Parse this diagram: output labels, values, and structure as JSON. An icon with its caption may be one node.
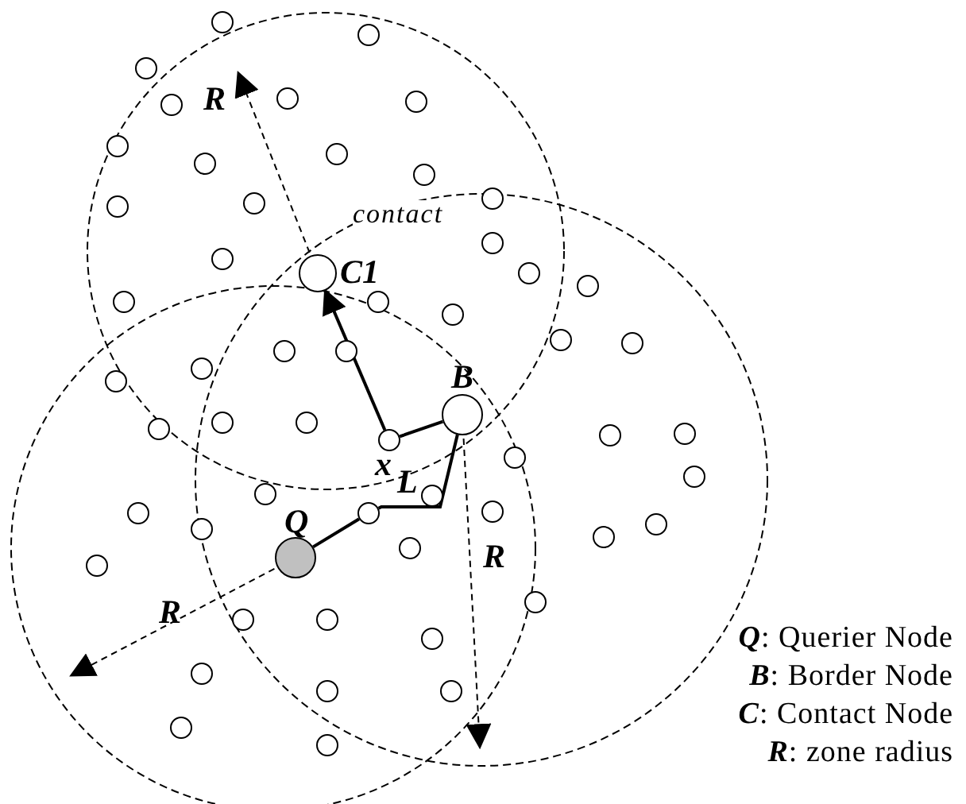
{
  "diagram": {
    "nodes": [
      {
        "text": [
          "C1"
        ]
      },
      {
        "text": [
          "B"
        ]
      },
      {
        "text": [
          "Q"
        ]
      },
      {
        "text": [],
        "shape": "circle"
      },
      {
        "text": [],
        "shape": "circle"
      },
      {
        "text": [],
        "shape": "circle"
      },
      {
        "text": [],
        "shape": "circle"
      },
      {
        "text": [],
        "shape": "circle"
      },
      {
        "text": [],
        "shape": "circle"
      },
      {
        "text": [],
        "shape": "circle"
      },
      {
        "text": [],
        "shape": "circle"
      },
      {
        "text": [],
        "shape": "circle"
      },
      {
        "text": [],
        "shape": "circle"
      },
      {
        "text": [],
        "shape": "circle"
      },
      {
        "text": [],
        "shape": "circle"
      },
      {
        "text": [],
        "shape": "circle"
      },
      {
        "text": [],
        "shape": "circle"
      },
      {
        "text": [],
        "shape": "circle"
      },
      {
        "text": [],
        "shape": "circle"
      },
      {
        "text": [],
        "shape": "circle"
      },
      {
        "text": [],
        "shape": "circle"
      },
      {
        "text": [],
        "shape": "circle"
      },
      {
        "text": [],
        "shape": "circle"
      },
      {
        "text": [],
        "shape": "circle"
      },
      {
        "text": [],
        "shape": "circle"
      },
      {
        "text": [],
        "shape": "circle"
      },
      {
        "text": [],
        "shape": "circle"
      },
      {
        "text": [],
        "shape": "circle"
      },
      {
        "text": [],
        "shape": "circle"
      },
      {
        "text": [],
        "shape": "circle"
      },
      {
        "text": [],
        "shape": "circle"
      },
      {
        "text": [],
        "shape": "circle"
      },
      {
        "text": [],
        "shape": "circle"
      },
      {
        "text": [],
        "shape": "circle"
      },
      {
        "text": [],
        "shape": "circle"
      },
      {
        "text": [],
        "shape": "circle"
      },
      {
        "text": [],
        "shape": "circle"
      },
      {
        "text": [],
        "shape": "circle"
      },
      {
        "text": [],
        "shape": "circle"
      },
      {
        "text": [],
        "shape": "circle"
      },
      {
        "text": [],
        "shape": "circle"
      },
      {
        "text": [],
        "shape": "circle"
      },
      {
        "text": [],
        "shape": "circle"
      },
      {
        "text": [],
        "shape": "circle"
      },
      {
        "text": [],
        "shape": "circle"
      },
      {
        "text": [],
        "shape": "circle"
      },
      {
        "text": [],
        "shape": "circle"
      },
      {
        "text": [],
        "shape": "circle"
      },
      {
        "text": [],
        "shape": "circle"
      },
      {
        "text": [],
        "shape": "circle"
      },
      {
        "text": [],
        "shape": "circle"
      },
      {
        "text": [],
        "shape": "circle"
      },
      {
        "text": [],
        "shape": "circle"
      },
      {
        "text": [],
        "shape": "circle"
      },
      {
        "text": [],
        "shape": "circle"
      },
      {
        "text": [],
        "shape": "circle"
      }
    ],
    "edges": [
      {
        "from": 2,
        "to": 36,
        "arrow": "none"
      },
      {
        "from": 36,
        "to": 1,
        "arrow": "none"
      },
      {
        "from": 1,
        "to": 29,
        "arrow": "none"
      },
      {
        "from": 29,
        "to": 0,
        "arrow": "to"
      }
    ],
    "labels": [
      "contact",
      "R",
      "x",
      "L",
      "R",
      "R",
      "**Q**: Querier Node",
      "**B**: Border Node",
      "**C**: Contact Node",
      "**R**: zone radius"
    ]
  }
}
